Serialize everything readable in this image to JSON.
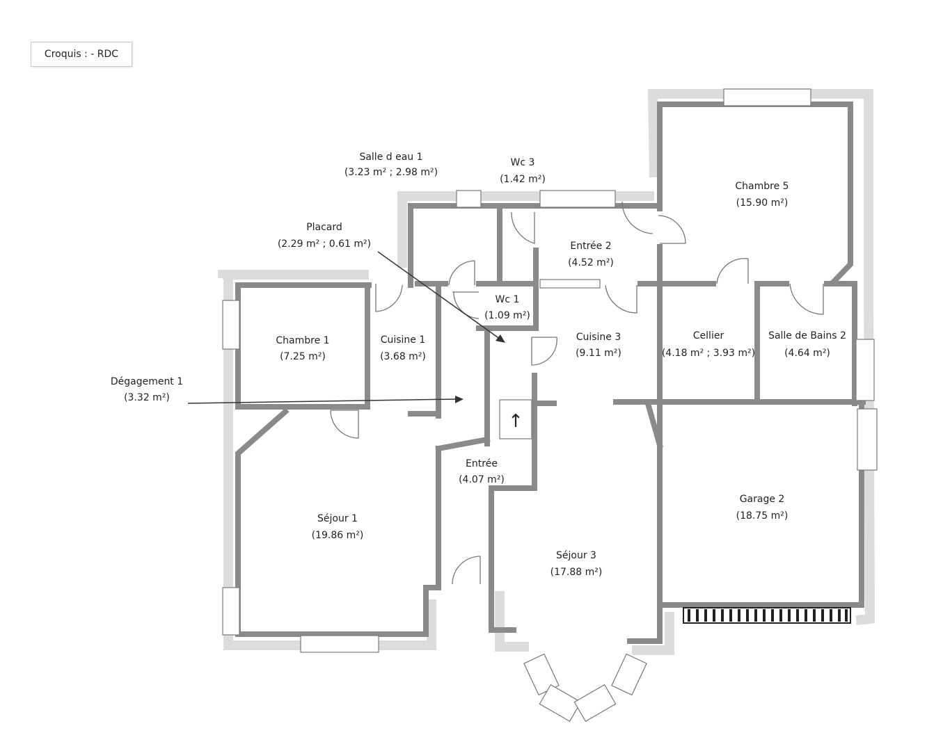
{
  "title": "Croquis :  - RDC",
  "rooms": {
    "salle_eau_1": {
      "name": "Salle d eau 1",
      "area": "(3.23 m² ; 2.98 m²)"
    },
    "wc_3": {
      "name": "Wc 3",
      "area": "(1.42 m²)"
    },
    "chambre_5": {
      "name": "Chambre 5",
      "area": "(15.90 m²)"
    },
    "placard": {
      "name": "Placard",
      "area": "(2.29 m² ; 0.61 m²)"
    },
    "entree_2": {
      "name": "Entrée 2",
      "area": "(4.52 m²)"
    },
    "wc_1": {
      "name": "Wc 1",
      "area": "(1.09 m²)"
    },
    "chambre_1": {
      "name": "Chambre 1",
      "area": "(7.25 m²)"
    },
    "cuisine_1": {
      "name": "Cuisine 1",
      "area": "(3.68 m²)"
    },
    "cuisine_3": {
      "name": "Cuisine 3",
      "area": "(9.11 m²)"
    },
    "cellier": {
      "name": "Cellier",
      "area": "(4.18 m² ; 3.93 m²)"
    },
    "salle_de_bains_2": {
      "name": "Salle de Bains 2",
      "area": "(4.64 m²)"
    },
    "degagement_1": {
      "name": "Dégagement 1",
      "area": "(3.32 m²)"
    },
    "entree": {
      "name": "Entrée",
      "area": "(4.07 m²)"
    },
    "garage_2": {
      "name": "Garage 2",
      "area": "(18.75 m²)"
    },
    "sejour_1": {
      "name": "Séjour 1",
      "area": "(19.86 m²)"
    },
    "sejour_3": {
      "name": "Séjour 3",
      "area": "(17.88 m²)"
    }
  },
  "stair_arrow": "↑"
}
